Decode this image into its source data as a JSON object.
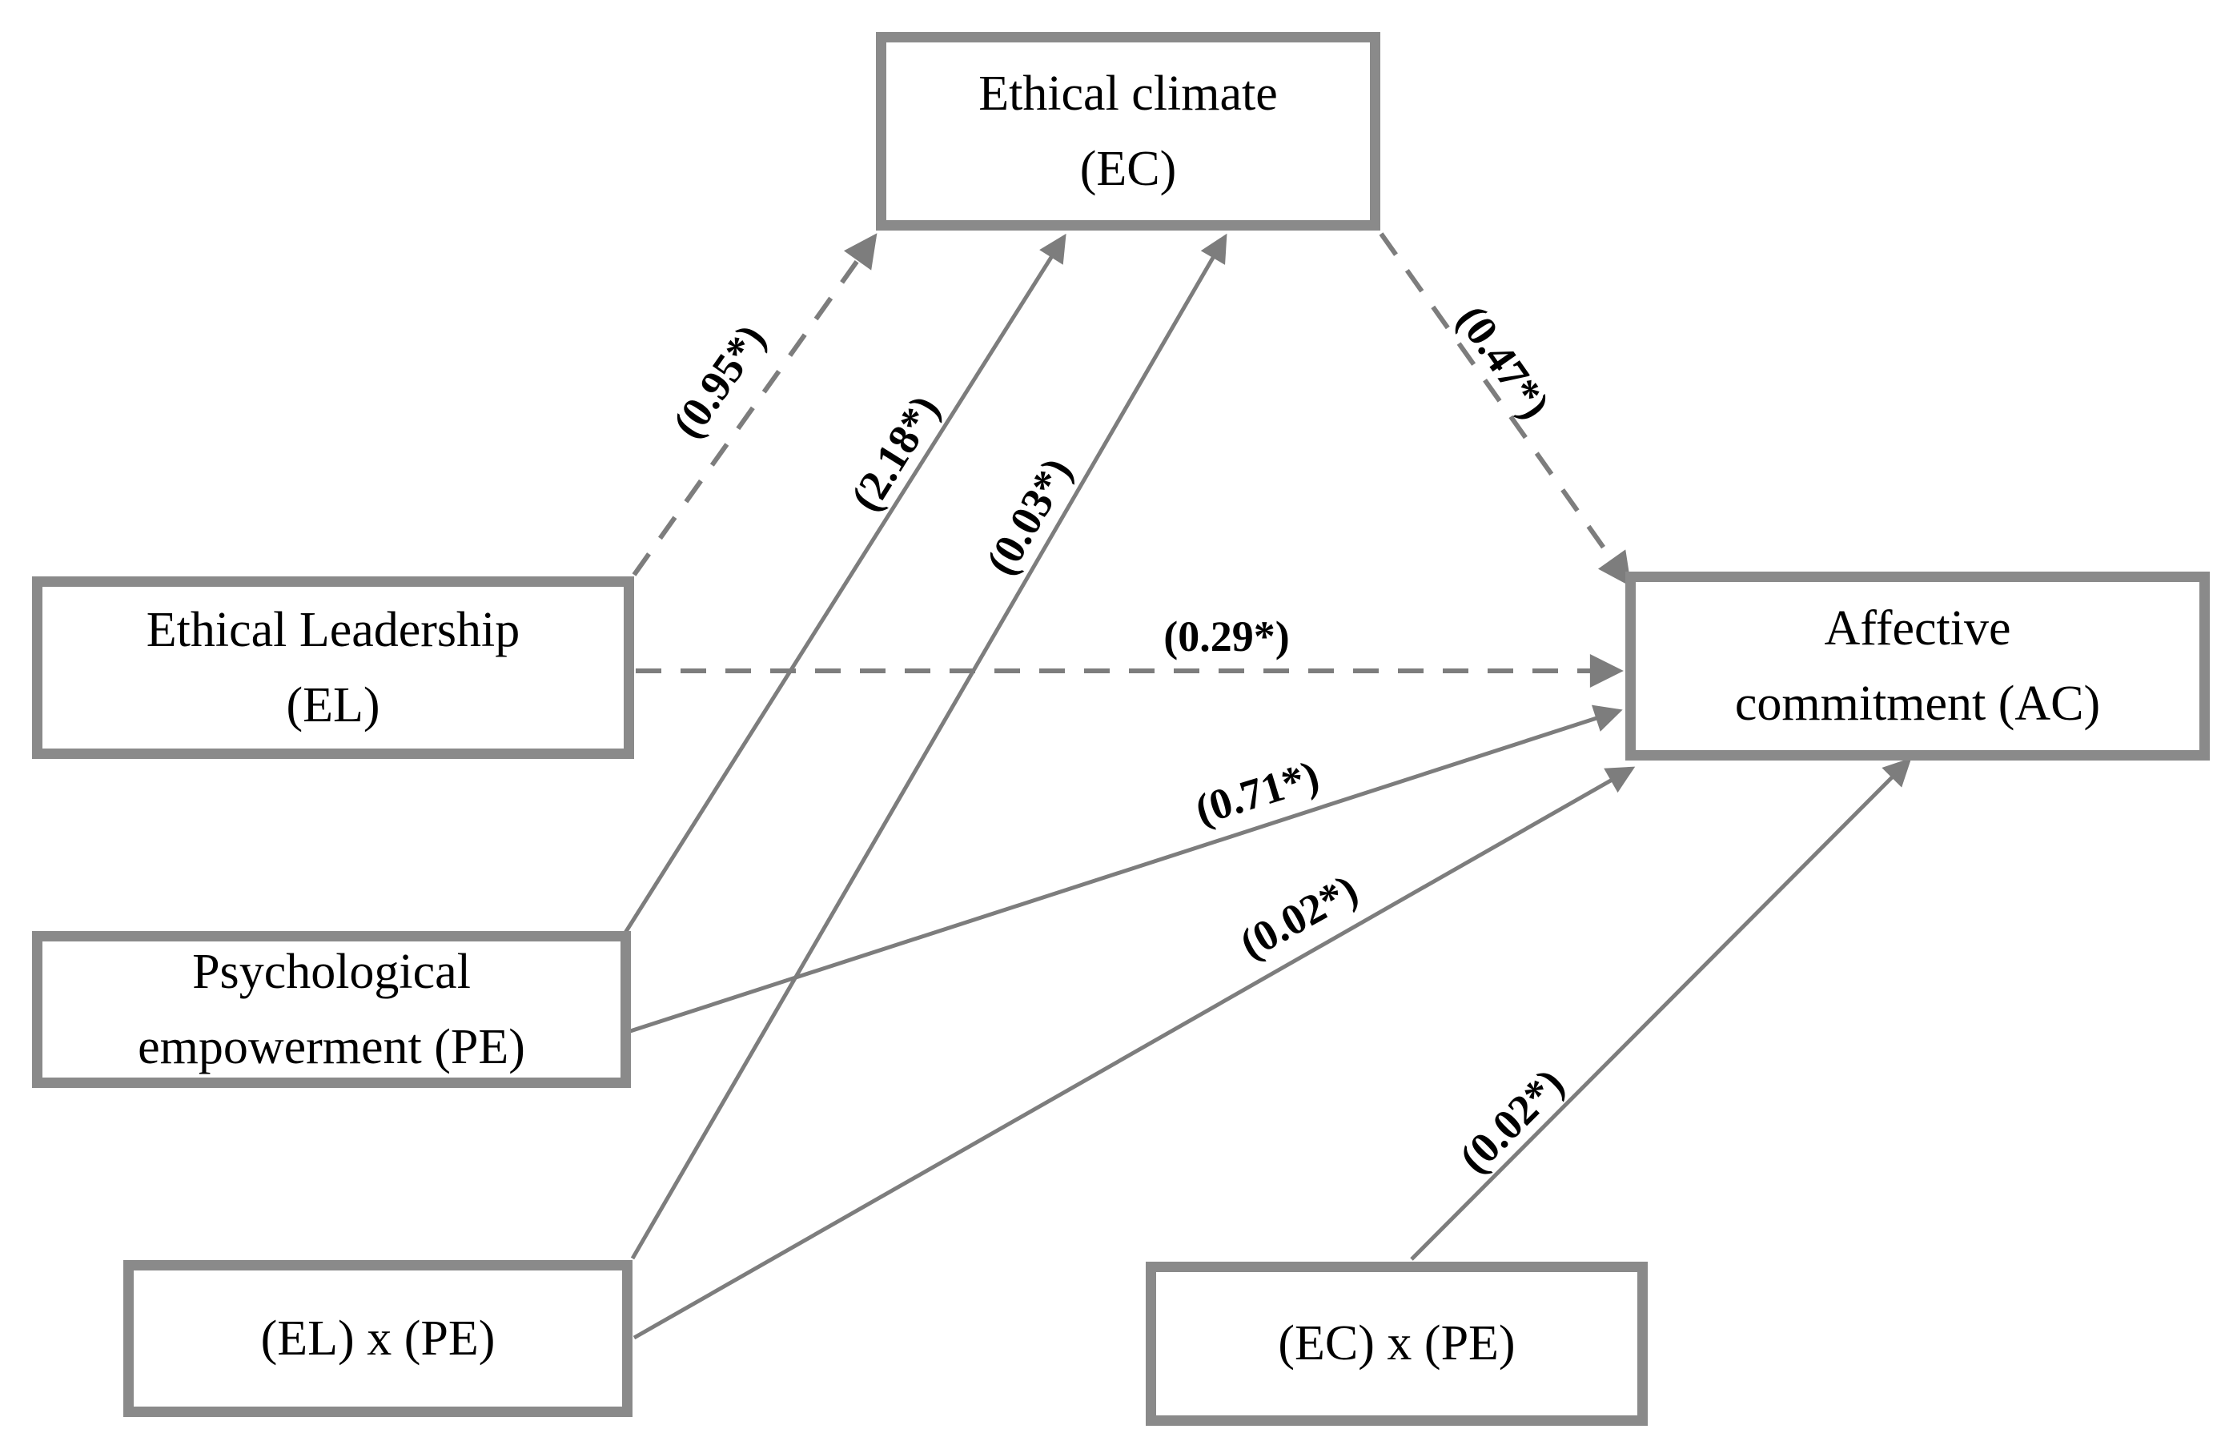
{
  "figure": {
    "type": "path-diagram",
    "background": "#ffffff",
    "colors": {
      "box_border": "#8a8a8a",
      "arrow": "#7d7d7d",
      "text": "#000000"
    }
  },
  "nodes": {
    "ec": {
      "line1": "Ethical climate",
      "line2": "(EC)"
    },
    "el": {
      "line1": "Ethical Leadership",
      "line2": "(EL)"
    },
    "pe": {
      "line1": "Psychological",
      "line2": "empowerment (PE)"
    },
    "elxpe": {
      "line1": "(EL) x (PE)"
    },
    "ecxpe": {
      "line1": "(EC) x (PE)"
    },
    "ac": {
      "line1": "Affective",
      "line2": "commitment (AC)"
    }
  },
  "edges": [
    {
      "from": "Ethical Leadership (EL)",
      "to": "Ethical climate (EC)",
      "label": "(0.95*)",
      "style": "dashed"
    },
    {
      "from": "Psychological empowerment (PE)",
      "to": "Ethical climate (EC)",
      "label": "(2.18*)",
      "style": "solid"
    },
    {
      "from": "(EL) x (PE)",
      "to": "Ethical climate (EC)",
      "label": "(0.03*)",
      "style": "solid"
    },
    {
      "from": "Ethical climate (EC)",
      "to": "Affective commitment (AC)",
      "label": "(0.47*)",
      "style": "dashed"
    },
    {
      "from": "Ethical Leadership (EL)",
      "to": "Affective commitment (AC)",
      "label": "(0.29*)",
      "style": "dashed"
    },
    {
      "from": "Psychological empowerment (PE)",
      "to": "Affective commitment (AC)",
      "label": "(0.71*)",
      "style": "solid"
    },
    {
      "from": "(EL) x (PE)",
      "to": "Affective commitment (AC)",
      "label": "(0.02*)",
      "style": "solid"
    },
    {
      "from": "(EC) x (PE)",
      "to": "Affective commitment (AC)",
      "label": "(0.02*)",
      "style": "solid"
    }
  ]
}
